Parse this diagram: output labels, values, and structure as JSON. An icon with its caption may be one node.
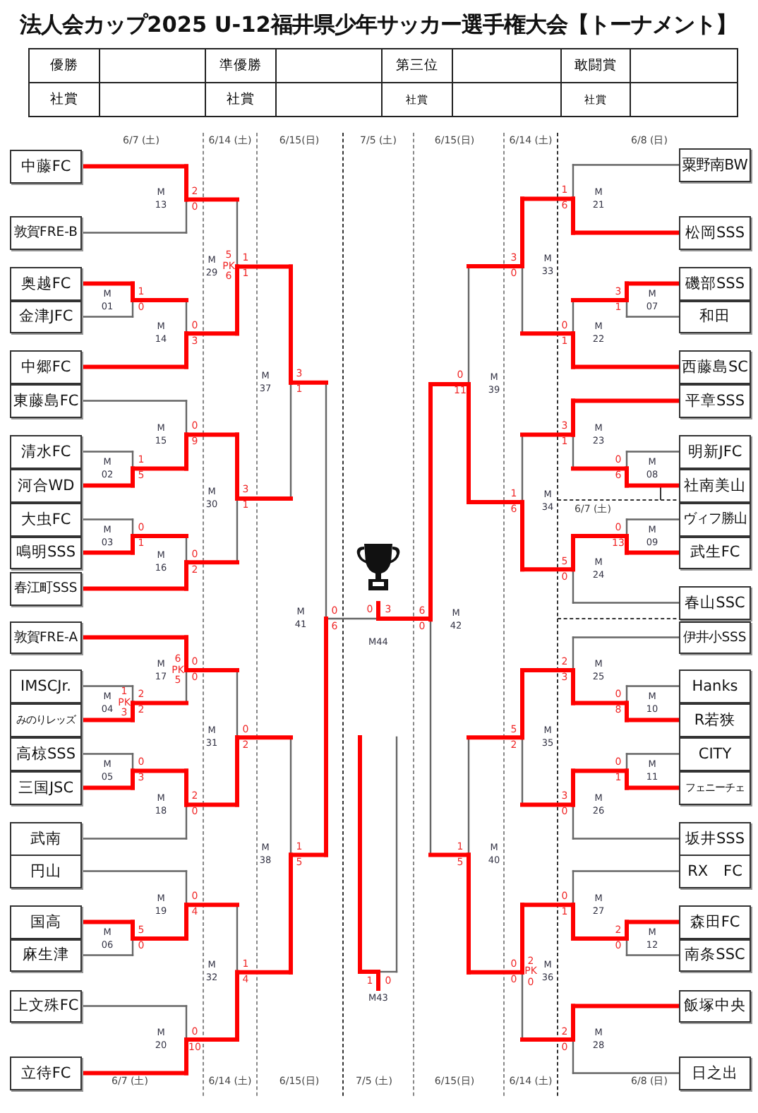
{
  "diagram": {
    "title": "法人会カップ2025 U-12福井県少年サッカー選手権大会【トーナメント】",
    "nodes": [
      {
        "text": [
          "中藤FC"
        ]
      },
      {
        "text": [
          "敦賀FRE-B"
        ]
      },
      {
        "text": [
          "奥越FC"
        ]
      },
      {
        "text": [
          "金津JFC"
        ]
      },
      {
        "text": [
          "中郷FC"
        ]
      },
      {
        "text": [
          "東藤島FC"
        ]
      },
      {
        "text": [
          "清水FC"
        ]
      },
      {
        "text": [
          "河合WD"
        ]
      },
      {
        "text": [
          "大虫FC"
        ]
      },
      {
        "text": [
          "鳴明SSS"
        ]
      },
      {
        "text": [
          "春江町SSS"
        ]
      },
      {
        "text": [
          "敦賀FRE-A"
        ]
      },
      {
        "text": [
          "IMSCJr."
        ]
      },
      {
        "text": [
          "みのりレッズ"
        ]
      },
      {
        "text": [
          "高椋SSS"
        ]
      },
      {
        "text": [
          "三国JSC"
        ]
      },
      {
        "text": [
          "武南"
        ]
      },
      {
        "text": [
          "円山"
        ]
      },
      {
        "text": [
          "国高"
        ]
      },
      {
        "text": [
          "麻生津"
        ]
      },
      {
        "text": [
          "上文殊FC"
        ]
      },
      {
        "text": [
          "立待FC"
        ]
      },
      {
        "text": [
          "粟野南BW"
        ]
      },
      {
        "text": [
          "松岡SSS"
        ]
      },
      {
        "text": [
          "磯部SSS"
        ]
      },
      {
        "text": [
          "和田"
        ]
      },
      {
        "text": [
          "西藤島SC"
        ]
      },
      {
        "text": [
          "平章SSS"
        ]
      },
      {
        "text": [
          "明新JFC"
        ]
      },
      {
        "text": [
          "社南美山"
        ]
      },
      {
        "text": [
          "ヴィフ勝山"
        ]
      },
      {
        "text": [
          "武生FC"
        ]
      },
      {
        "text": [
          "春山SSC"
        ]
      },
      {
        "text": [
          "伊井小SSS"
        ]
      },
      {
        "text": [
          "Hanks"
        ]
      },
      {
        "text": [
          "R若狭"
        ]
      },
      {
        "text": [
          "CITY"
        ]
      },
      {
        "text": [
          "フェニーチェ"
        ]
      },
      {
        "text": [
          "坂井SSS"
        ]
      },
      {
        "text": [
          "RX　FC"
        ]
      },
      {
        "text": [
          "森田FC"
        ]
      },
      {
        "text": [
          "南条SSC"
        ]
      },
      {
        "text": [
          "飯塚中央"
        ]
      },
      {
        "text": [
          "日之出"
        ]
      }
    ],
    "labels": [
      "優勝",
      "準優勝",
      "第三位",
      "敢闘賞",
      "社賞",
      "社賞",
      "社賞",
      "社賞",
      "6/7 (土)",
      "6/14 (土)",
      "6/15(日)",
      "7/5 (土)",
      "6/15(日)",
      "6/14 (土)",
      "6/8 (日)",
      "M 01",
      "1",
      "0",
      "M 02",
      "1",
      "5",
      "M 03",
      "0",
      "1",
      "M 04",
      "2",
      "2",
      "1",
      "PK",
      "3",
      "M 05",
      "0",
      "3",
      "M 06",
      "5",
      "0",
      "M 13",
      "2",
      "0",
      "M 14",
      "0",
      "3",
      "M 15",
      "0",
      "9",
      "M 16",
      "0",
      "2",
      "M 17",
      "0",
      "0",
      "6",
      "PK",
      "5",
      "M 18",
      "2",
      "0",
      "M 19",
      "0",
      "4",
      "M 20",
      "0",
      "10",
      "M 29",
      "1",
      "1",
      "5",
      "PK",
      "6",
      "M 30",
      "3",
      "1",
      "M 31",
      "0",
      "2",
      "M 32",
      "1",
      "4",
      "M 37",
      "3",
      "1",
      "M 38",
      "1",
      "5",
      "M 41",
      "0",
      "6",
      "M44",
      "0",
      "3",
      "M43",
      "1",
      "0",
      "M 07",
      "3",
      "1",
      "M 08",
      "0",
      "6",
      "M 09",
      "0",
      "13",
      "M 10",
      "0",
      "8",
      "M 11",
      "0",
      "1",
      "M 12",
      "2",
      "0",
      "M 21",
      "1",
      "6",
      "M 22",
      "0",
      "1",
      "M 23",
      "3",
      "1",
      "M 24",
      "5",
      "0",
      "M 25",
      "2",
      "3",
      "M 26",
      "3",
      "0",
      "M 27",
      "0",
      "1",
      "M 28",
      "2",
      "0",
      "M 33",
      "3",
      "0",
      "M 34",
      "1",
      "6",
      "M 35",
      "5",
      "2",
      "M 36",
      "0",
      "0",
      "2",
      "PK",
      "0",
      "M 39",
      "0",
      "11",
      "M 40",
      "1",
      "5",
      "M 42",
      "6",
      "0",
      "6/7 (土)",
      "6/7 (土)",
      "6/14 (土)",
      "6/15(日)",
      "7/5 (土)",
      "6/15(日)",
      "6/14 (土)",
      "6/8 (日)"
    ]
  }
}
